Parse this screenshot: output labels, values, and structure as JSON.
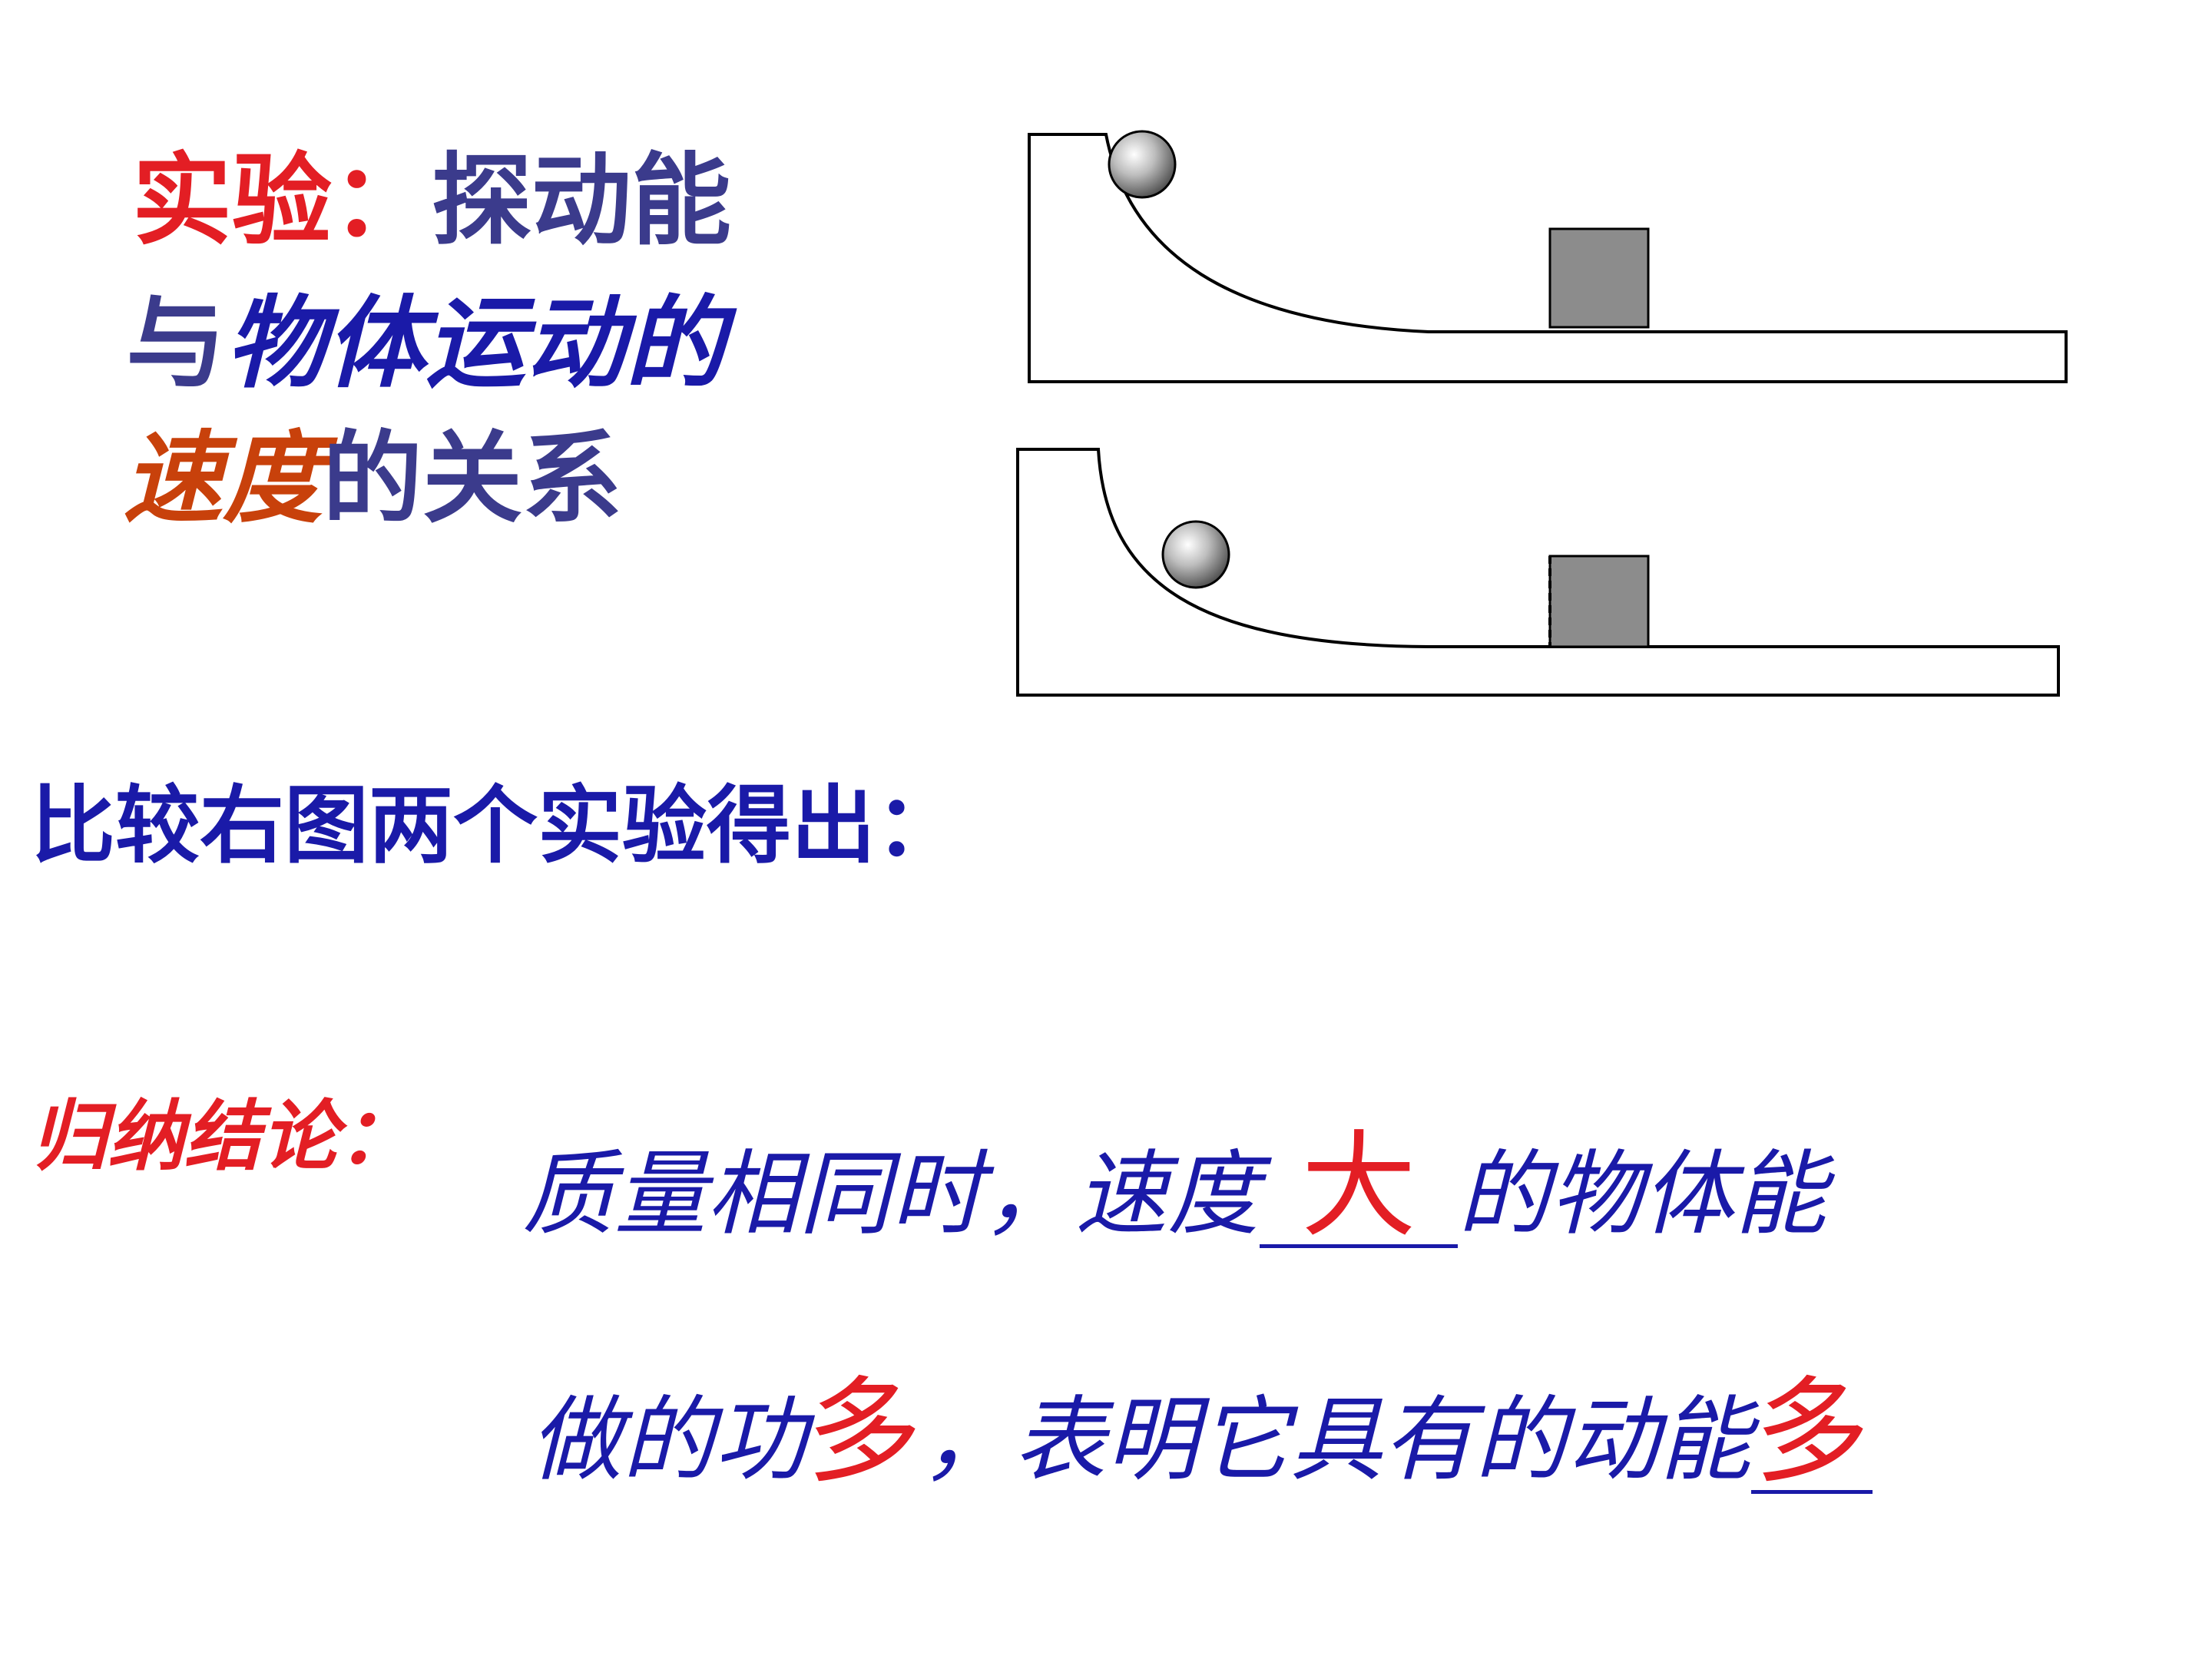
{
  "colors": {
    "red": "#e31e24",
    "purple": "#3b3b8c",
    "blue": "#1a1aa8",
    "orange": "#c8410b",
    "block": "#8c8c8c"
  },
  "title": {
    "label": "实验：",
    "line1_rest": "探动能",
    "line2_plain": "与",
    "line2_italic": "物体运动的",
    "line3_italic": "速度",
    "line3_rest": "的关系"
  },
  "compare_text": "比较右图两个实验得出：",
  "summary_label": "归纳结论：",
  "conclusion": {
    "line1_before": "质量相同时，速度",
    "blank1_answer": "大",
    "line1_after": "的物体能",
    "line2_before": "做的功",
    "blank2_answer": "多",
    "line2_middle": "，表明它具有的动能",
    "blank3_answer": "多"
  },
  "diagram": {
    "icons": [
      "ramp-track-icon",
      "ball-icon",
      "block-icon"
    ]
  }
}
